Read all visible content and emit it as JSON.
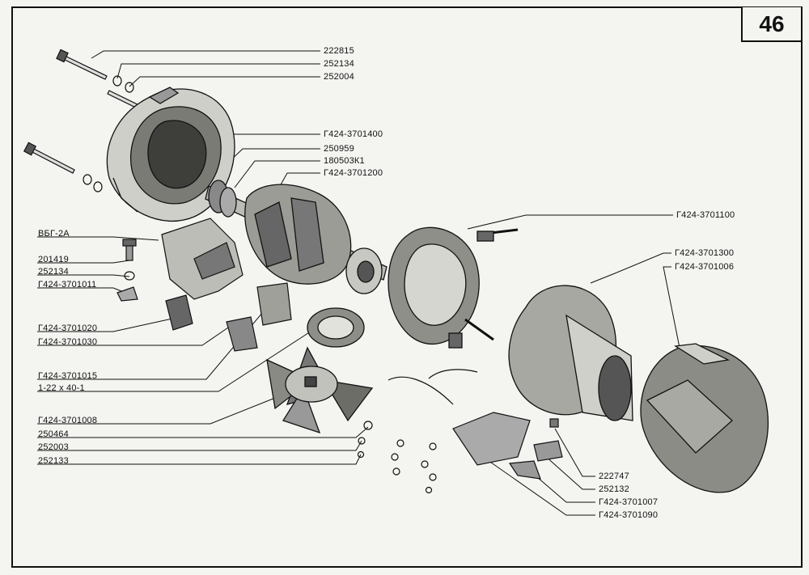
{
  "page_number": "46",
  "labels": {
    "p222815": "222815",
    "p252134a": "252134",
    "p252004": "252004",
    "p3701400": "Г424-3701400",
    "p250959": "250959",
    "p180503": "180503К1",
    "p3701200": "Г424-3701200",
    "p3701100": "Г424-3701100",
    "p3701300": "Г424-3701300",
    "p3701006": "Г424-3701006",
    "pvbg": "ВБГ-2А",
    "p201419": "201419",
    "p252134b": "252134",
    "p3701011": "Г424-3701011",
    "p3701020": "Г424-3701020",
    "p3701030": "Г424-3701030",
    "p3701015": "Г424-3701015",
    "p1_22": "1-22 х 40-1",
    "p3701008": "Г424-3701008",
    "p250464": "250464",
    "p252003": "252003",
    "p252133": "252133",
    "p222747": "222747",
    "p252132": "252132",
    "p3701007": "Г424-3701007",
    "p3701090": "Г424-3701090"
  }
}
